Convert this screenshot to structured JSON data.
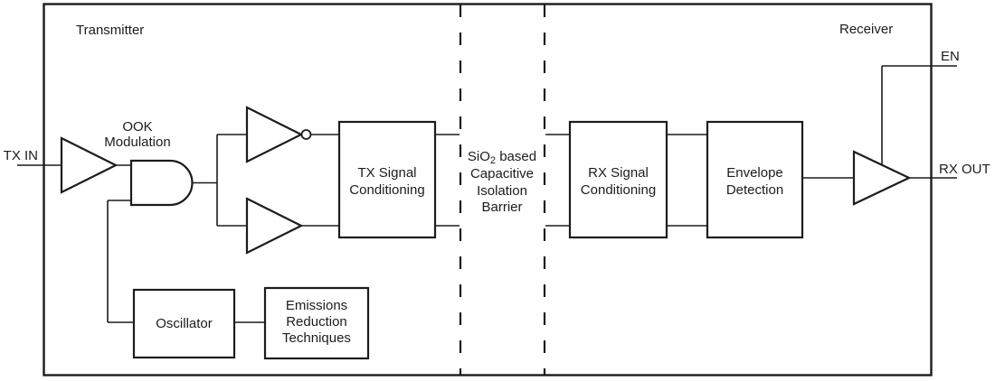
{
  "colors": {
    "line": "#1c1c1c",
    "background": "#ffffff"
  },
  "sections": {
    "transmitter": "Transmitter",
    "receiver": "Receiver"
  },
  "ports": {
    "tx_in": "TX IN",
    "en": "EN",
    "rx_out": "RX OUT"
  },
  "annotations": {
    "ook_modulation": {
      "line1": "OOK",
      "line2": "Modulation"
    },
    "barrier": {
      "line1_base": "SiO",
      "line1_sub": "2",
      "line1_rest": " based",
      "line2": "Capacitive",
      "line3": "Isolation",
      "line4": "Barrier"
    }
  },
  "blocks": {
    "tx_signal_conditioning": {
      "line1": "TX Signal",
      "line2": "Conditioning"
    },
    "rx_signal_conditioning": {
      "line1": "RX Signal",
      "line2": "Conditioning"
    },
    "envelope_detection": {
      "line1": "Envelope",
      "line2": "Detection"
    },
    "oscillator": {
      "line1": "Oscillator"
    },
    "emissions_reduction": {
      "line1": "Emissions",
      "line2": "Reduction",
      "line3": "Techniques"
    }
  }
}
